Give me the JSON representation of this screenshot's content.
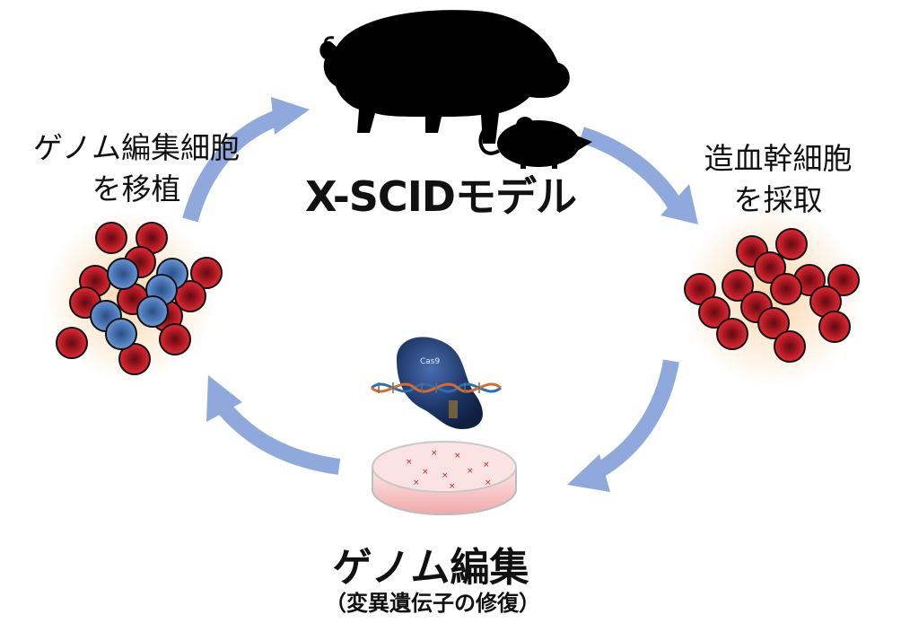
{
  "diagram": {
    "title": "X-SCIDモデル",
    "left_label": [
      "ゲノム編集細胞",
      "を移植"
    ],
    "right_label": [
      "造血幹細胞",
      "を採取"
    ],
    "bottom_title": "ゲノム編集",
    "bottom_subtitle": "（変異遺伝子の修復）",
    "cas9_label": "Cas9",
    "colors": {
      "arrow": "#8fa9dc",
      "red_cell": "#c81e2a",
      "blue_cell": "#5b87c5",
      "silhouette": "#000000",
      "dish": "#f3b5b5",
      "cas9": "#1d3768"
    }
  }
}
